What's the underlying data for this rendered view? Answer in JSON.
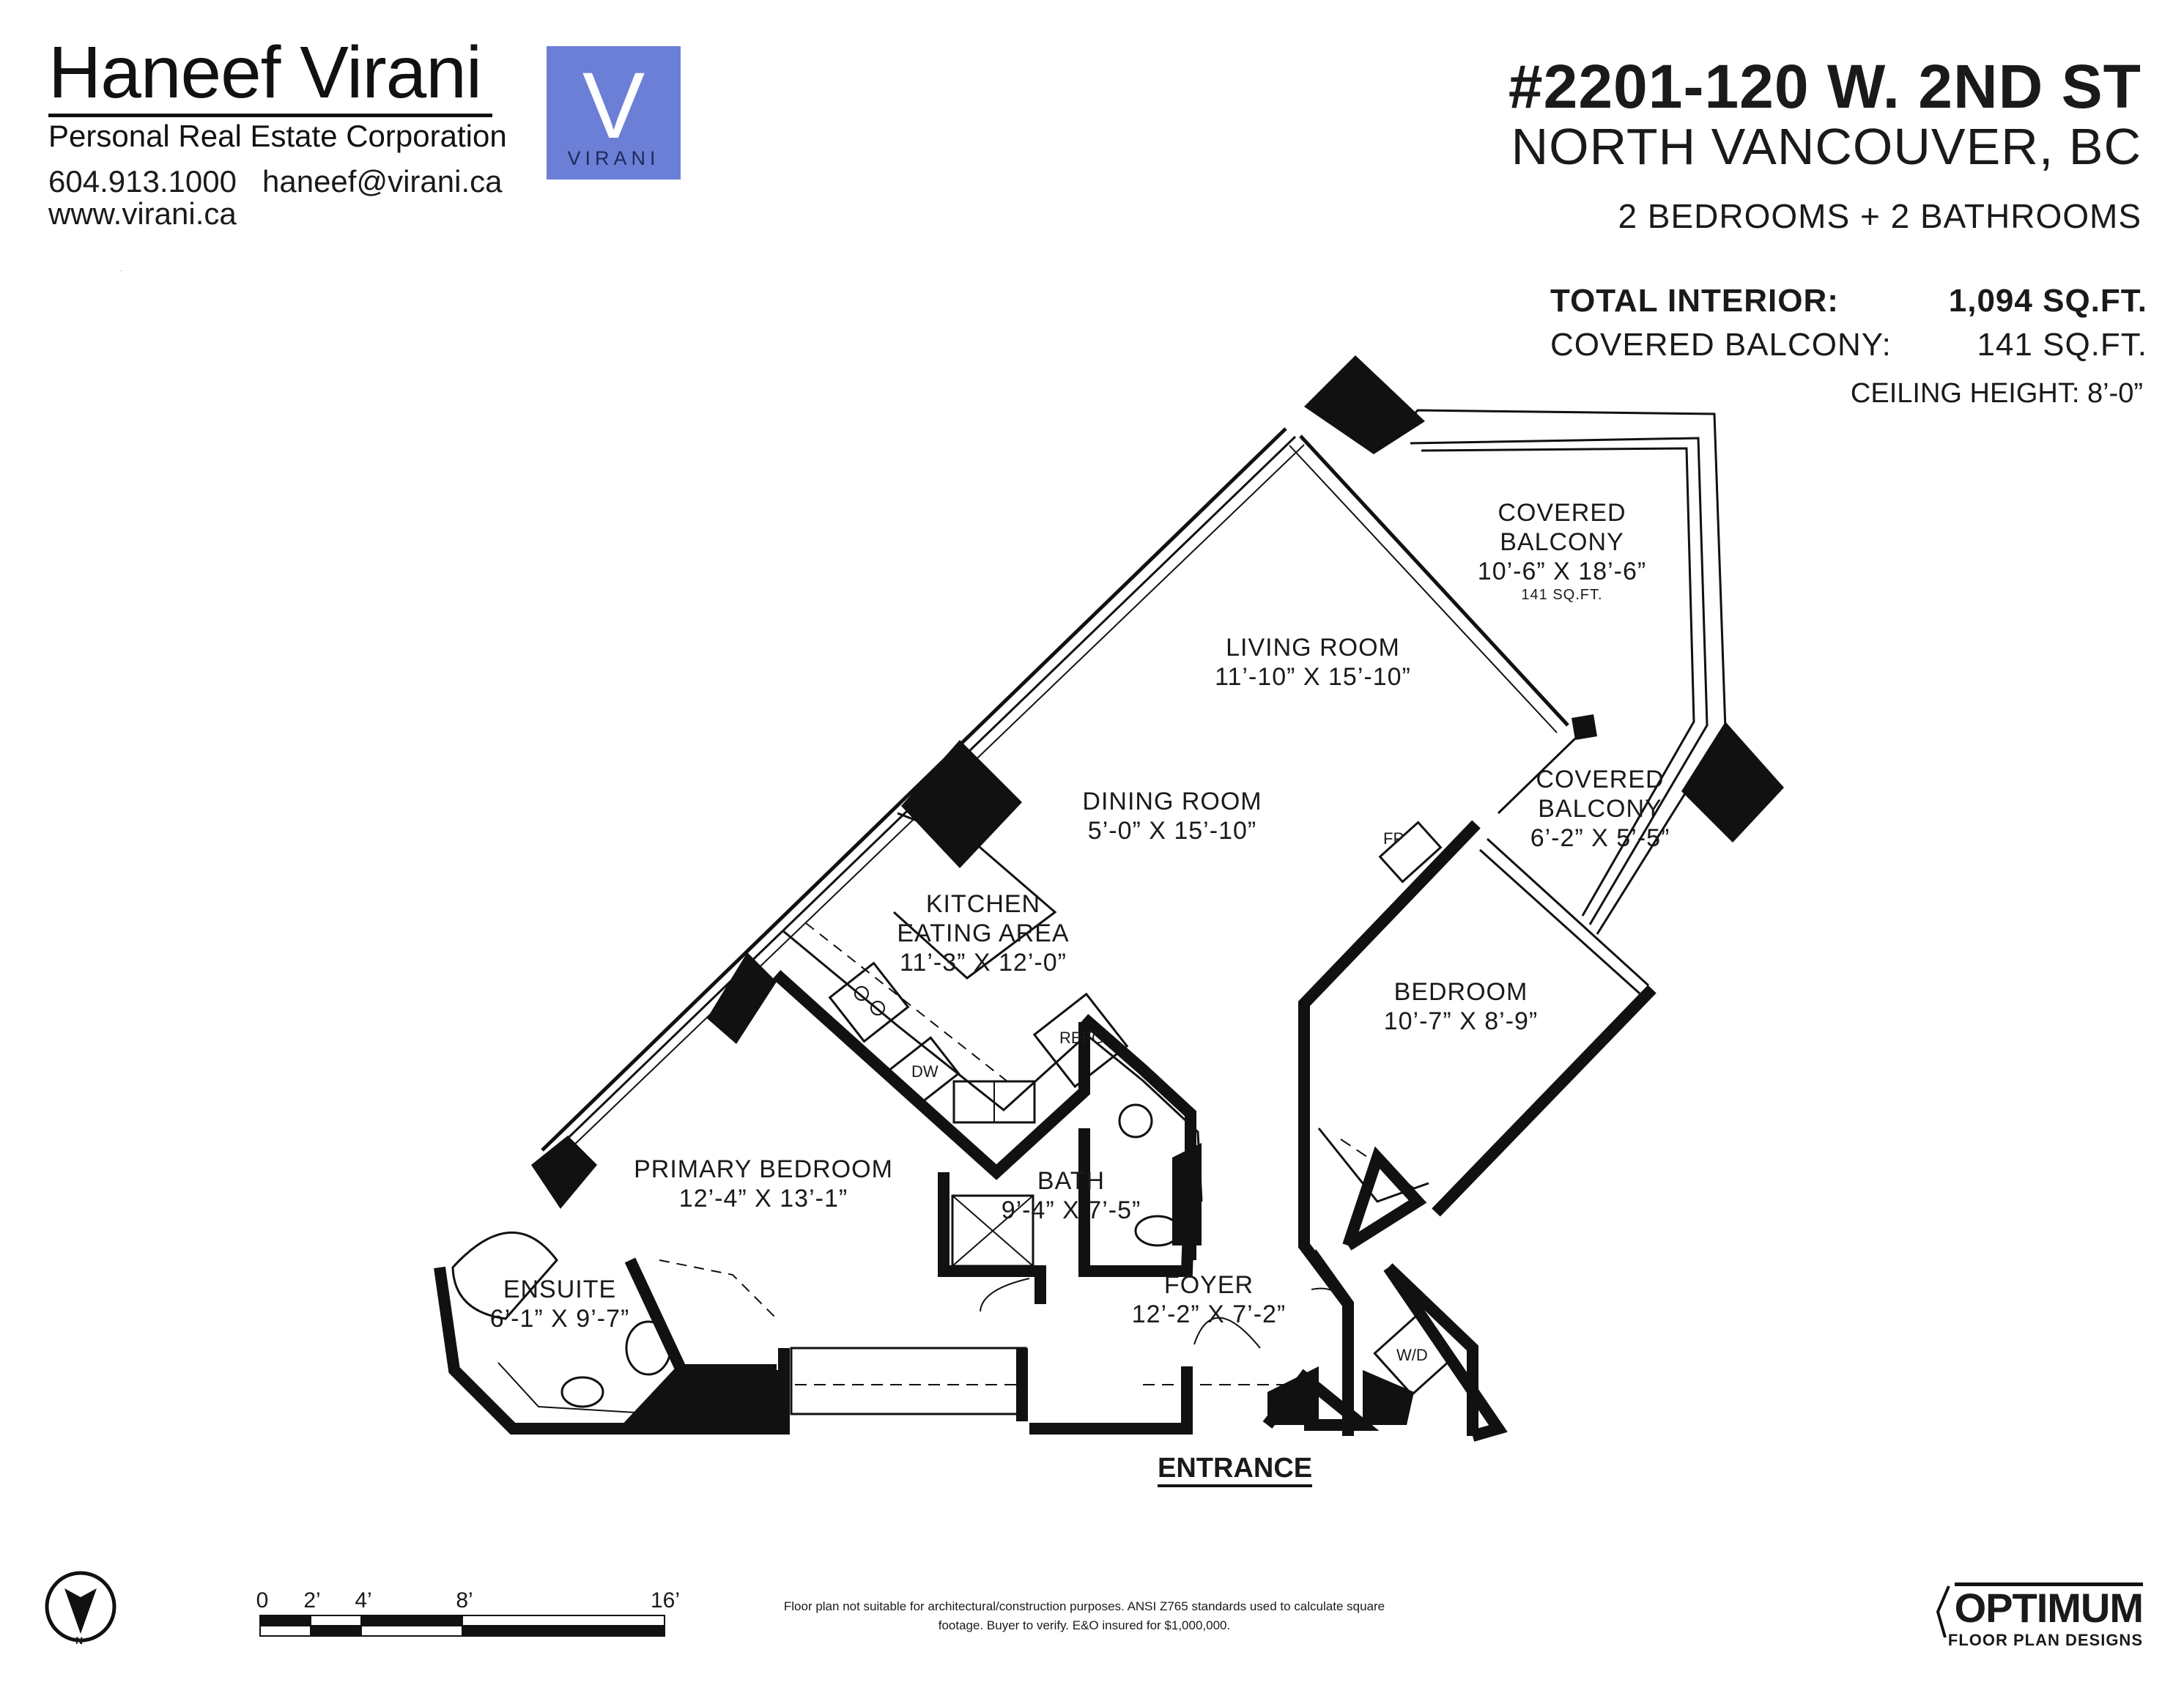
{
  "agent": {
    "name": "Haneef Virani",
    "company": "Personal Real Estate Corporation",
    "phone": "604.913.1000",
    "email": "haneef@virani.ca",
    "website": "www.virani.ca"
  },
  "logo": {
    "letter": "V",
    "word": "VIRANI",
    "color": "#6b7fd6"
  },
  "listing": {
    "address_line1": "#2201-120 W. 2ND ST",
    "address_line2": "NORTH VANCOUVER, BC",
    "bed_bath": "2 BEDROOMS + 2 BATHROOMS",
    "total_interior_label": "TOTAL INTERIOR:",
    "total_interior_value": "1,094 SQ.FT.",
    "covered_balcony_label": "COVERED BALCONY:",
    "covered_balcony_value": "141 SQ.FT.",
    "ceiling_height": "CEILING HEIGHT: 8’-0”"
  },
  "rooms": {
    "covered_balcony_1": {
      "name_1": "COVERED",
      "name_2": "BALCONY",
      "dims": "10’-6” X 18’-6”",
      "area": "141 SQ.FT."
    },
    "living_room": {
      "name": "LIVING ROOM",
      "dims": "11’-10” X 15’-10”"
    },
    "covered_balcony_2": {
      "name_1": "COVERED",
      "name_2": "BALCONY",
      "dims": "6’-2” X 5’-5”"
    },
    "dining_room": {
      "name": "DINING ROOM",
      "dims": "5’-0” X 15’-10”"
    },
    "kitchen": {
      "name_1": "KITCHEN",
      "name_2": "EATING AREA",
      "dims": "11’-3” X 12’-0”"
    },
    "bedroom": {
      "name": "BEDROOM",
      "dims": "10’-7” X 8’-9”"
    },
    "primary_bedroom": {
      "name": "PRIMARY BEDROOM",
      "dims": "12’-4” X 13’-1”"
    },
    "bath": {
      "name": "BATH",
      "dims": "9’-4” X 7’-5”"
    },
    "ensuite": {
      "name": "ENSUITE",
      "dims": "6’-1” X 9’-7”"
    },
    "foyer": {
      "name": "FOYER",
      "dims": "12’-2” X 7’-2”"
    }
  },
  "fixtures": {
    "fireplace": "FP",
    "fridge": "REFG",
    "dishwasher": "DW",
    "washer_dryer": "W/D"
  },
  "entrance_label": "ENTRANCE",
  "north_letter": "N",
  "scale": {
    "ticks": [
      "0",
      "2’",
      "4’",
      "8’",
      "16’"
    ]
  },
  "disclaimer": "Floor plan not suitable for architectural/construction purposes. ANSI Z765 standards used to calculate square footage. Buyer to verify. E&O insured for $1,000,000.",
  "brand": {
    "name": "OPTIMUM",
    "sub": "FLOOR PLAN DESIGNS"
  },
  "mark": "¨"
}
